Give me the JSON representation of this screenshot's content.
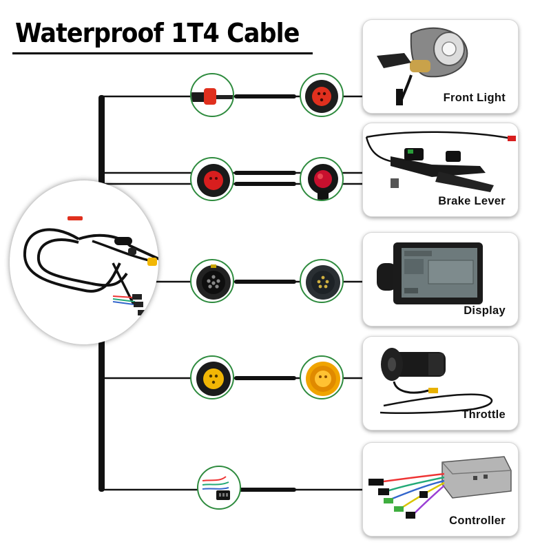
{
  "title": "Waterproof 1T4 Cable",
  "branches": [
    {
      "id": "front-light",
      "label": "Front Light",
      "connector_color": "#e0301e"
    },
    {
      "id": "brake-lever",
      "label": "Brake Lever",
      "connector_color": "#d81e1e"
    },
    {
      "id": "display",
      "label": "Display",
      "connector_color": "#1a1a1a"
    },
    {
      "id": "throttle",
      "label": "Throttle",
      "connector_color": "#f2b705"
    },
    {
      "id": "controller",
      "label": "Controller",
      "connector_color": "#2a2a2a"
    }
  ],
  "colors": {
    "accent_ring": "#2e8b3e",
    "cable": "#111111"
  }
}
